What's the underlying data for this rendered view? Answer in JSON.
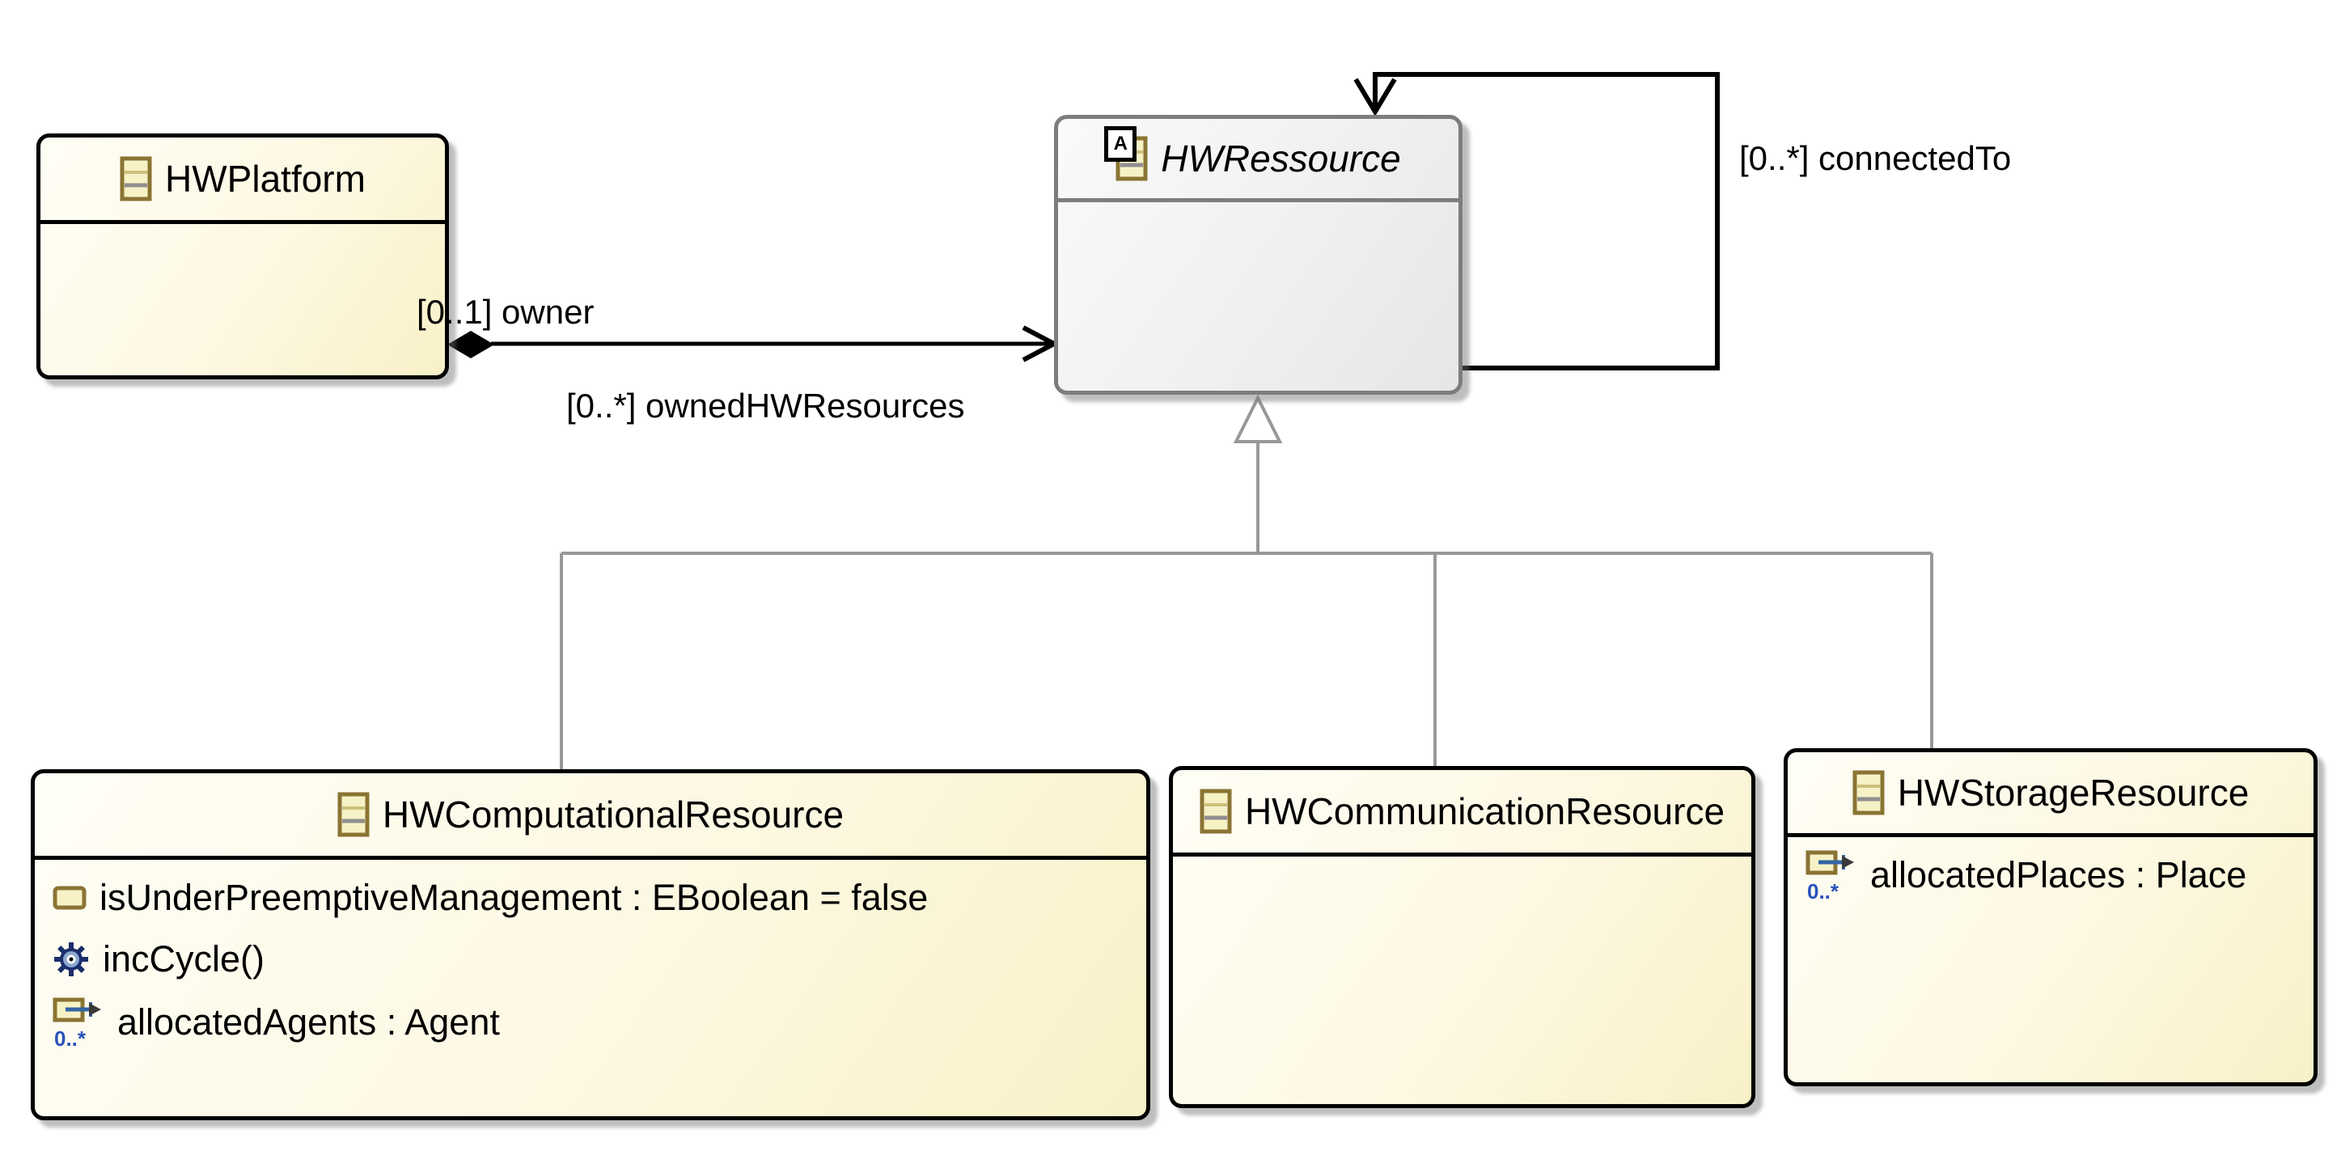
{
  "classes": [
    {
      "name": "HWPlatform",
      "abstract": false,
      "members": []
    },
    {
      "name": "HWRessource",
      "abstract": true,
      "badge": "A",
      "members": []
    },
    {
      "name": "HWComputationalResource",
      "abstract": false,
      "members": [
        {
          "kind": "attribute",
          "text": "isUnderPreemptiveManagement : EBoolean = false"
        },
        {
          "kind": "operation",
          "text": "incCycle()"
        },
        {
          "kind": "reference",
          "text": "allocatedAgents : Agent",
          "multiplicity": "0..*"
        }
      ]
    },
    {
      "name": "HWCommunicationResource",
      "abstract": false,
      "members": []
    },
    {
      "name": "HWStorageResource",
      "abstract": false,
      "members": [
        {
          "kind": "reference",
          "text": "allocatedPlaces : Place",
          "multiplicity": "0..*"
        }
      ]
    }
  ],
  "edges": {
    "composition": {
      "source": "HWPlatform",
      "target": "HWRessource",
      "source_label": "[0..1] owner",
      "target_label": "[0..*] ownedHWResources"
    },
    "self_association": {
      "source": "HWRessource",
      "target": "HWRessource",
      "label": "[0..*] connectedTo"
    },
    "generalizations": {
      "target": "HWRessource",
      "sources": [
        "HWComputationalResource",
        "HWCommunicationResource",
        "HWStorageResource"
      ]
    }
  },
  "colors": {
    "class_fill": "#f8f1c7",
    "class_border": "#000000",
    "abstract_fill": "#ebebeb",
    "abstract_border": "#7d7d7d",
    "generalization_line": "#989898",
    "association_line": "#000000",
    "icon_olive": "#8a7434",
    "icon_fill": "#f7f2c6",
    "reference_blue": "#2a52be",
    "gear_navy": "#1b2e6a",
    "gear_body": "#8aa7d0"
  }
}
